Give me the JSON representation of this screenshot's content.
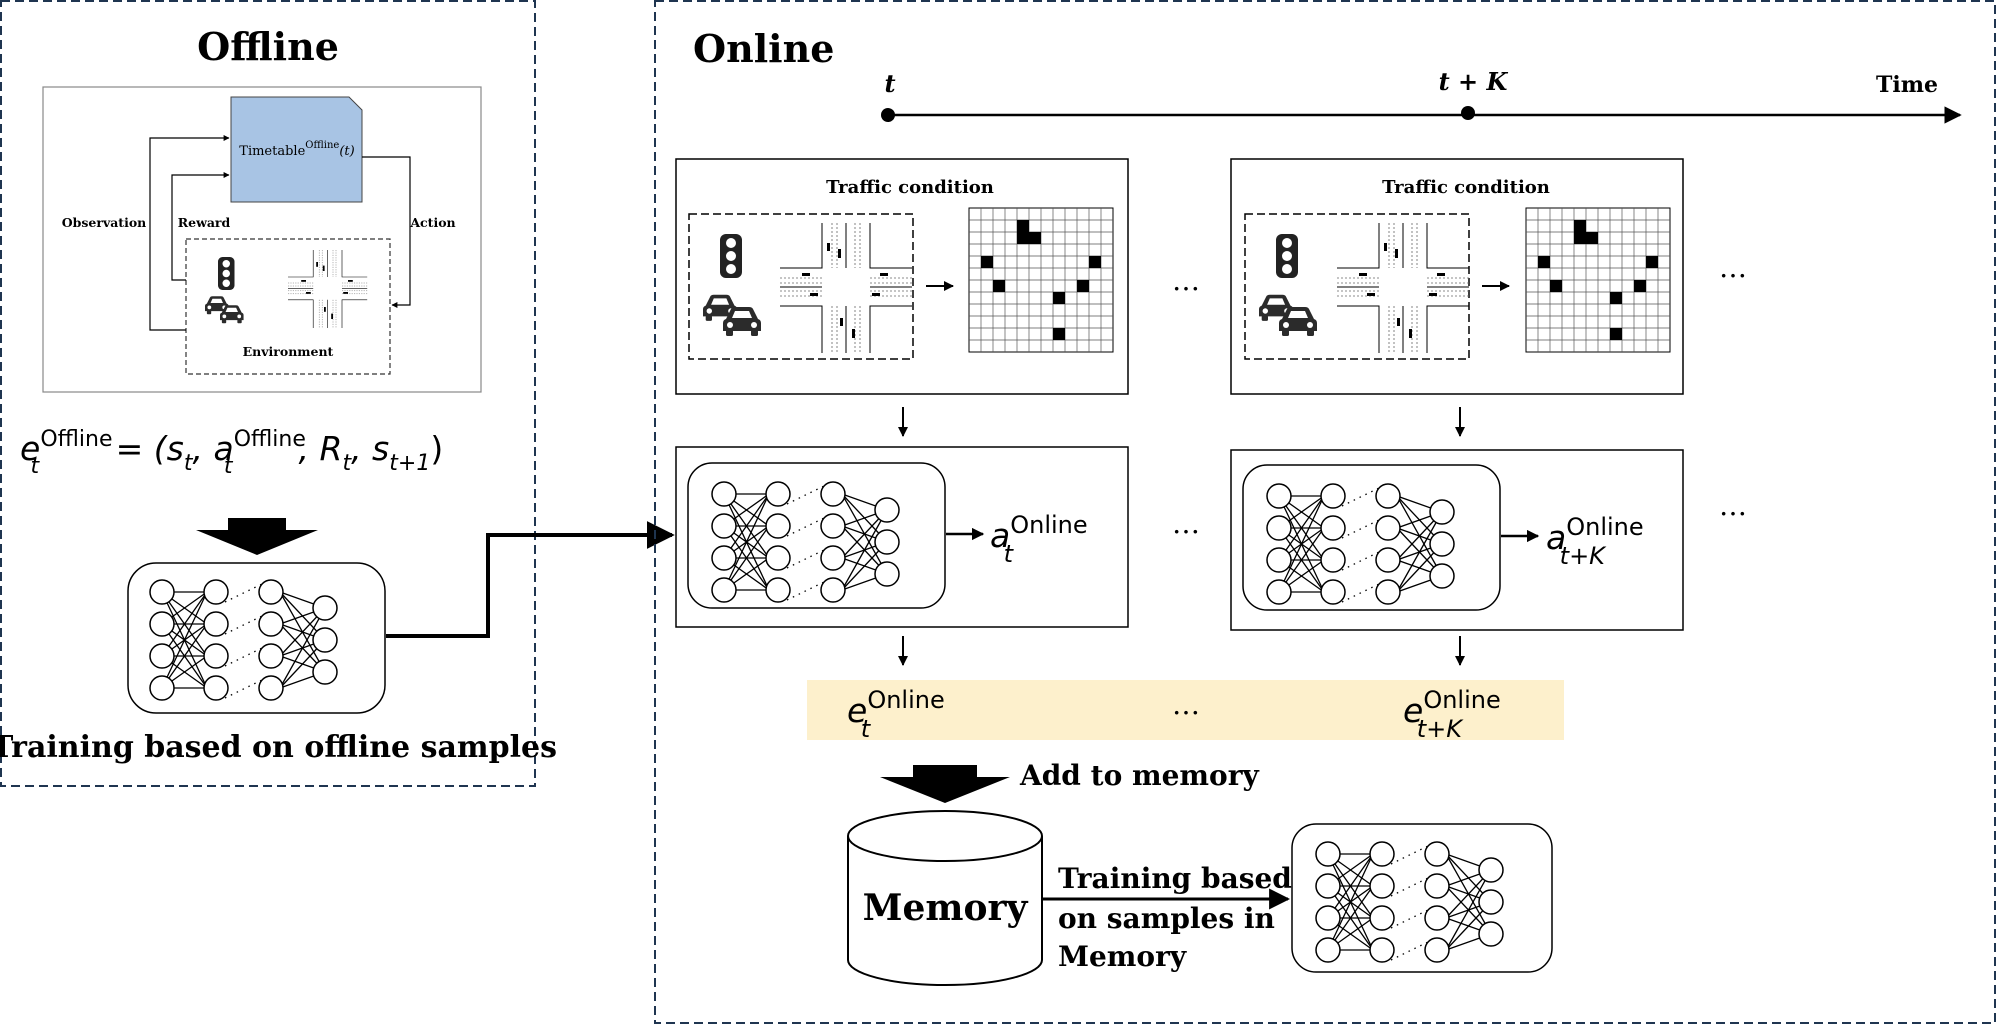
{
  "offline": {
    "title": "Offline",
    "inset": {
      "box_label": "Timetable",
      "box_sup": "Offline",
      "box_arg": "(t)",
      "observation": "Observation",
      "reward": "Reward",
      "action": "Action",
      "environment": "Environment"
    },
    "formula": {
      "e": "e",
      "e_sup": "Offline",
      "e_sub": "t",
      "rhs_open": " = (s",
      "s_sub": "t",
      "comma_a": ", a",
      "a_sup": "Offline",
      "a_sub": "t",
      "comma_R": ", R",
      "R_sub": "t",
      "comma_s": ", s",
      "s2_sub": "t+1",
      "close": ")"
    },
    "caption": "Training based on offline samples"
  },
  "online": {
    "title": "Online",
    "timeline": {
      "t": "t",
      "tK": "t + K",
      "time": "Time"
    },
    "traffic_label_left": "Traffic condition",
    "traffic_label_right": "Traffic condition",
    "ellipsis": "…",
    "action_left": {
      "base": "a",
      "sup": "Online",
      "sub": "t"
    },
    "action_right": {
      "base": "a",
      "sup": "Online",
      "sub": "t+K"
    },
    "exp_left": {
      "base": "e",
      "sup": "Online",
      "sub": "t"
    },
    "exp_right": {
      "base": "e",
      "sup": "Online",
      "sub": "t+K"
    },
    "add_to_memory": "Add to memory",
    "memory": "Memory",
    "training_memory": [
      "Training based",
      "on samples in",
      "Memory"
    ]
  },
  "colors": {
    "border": "#1f3550",
    "timetable_fill": "#a8c4e4",
    "experience_band": "#fdf0cc",
    "line": "#000000"
  },
  "icons": [
    "traffic-light-icon",
    "car-icon",
    "intersection-icon",
    "grid-state-icon",
    "neural-network-icon",
    "database-icon"
  ]
}
